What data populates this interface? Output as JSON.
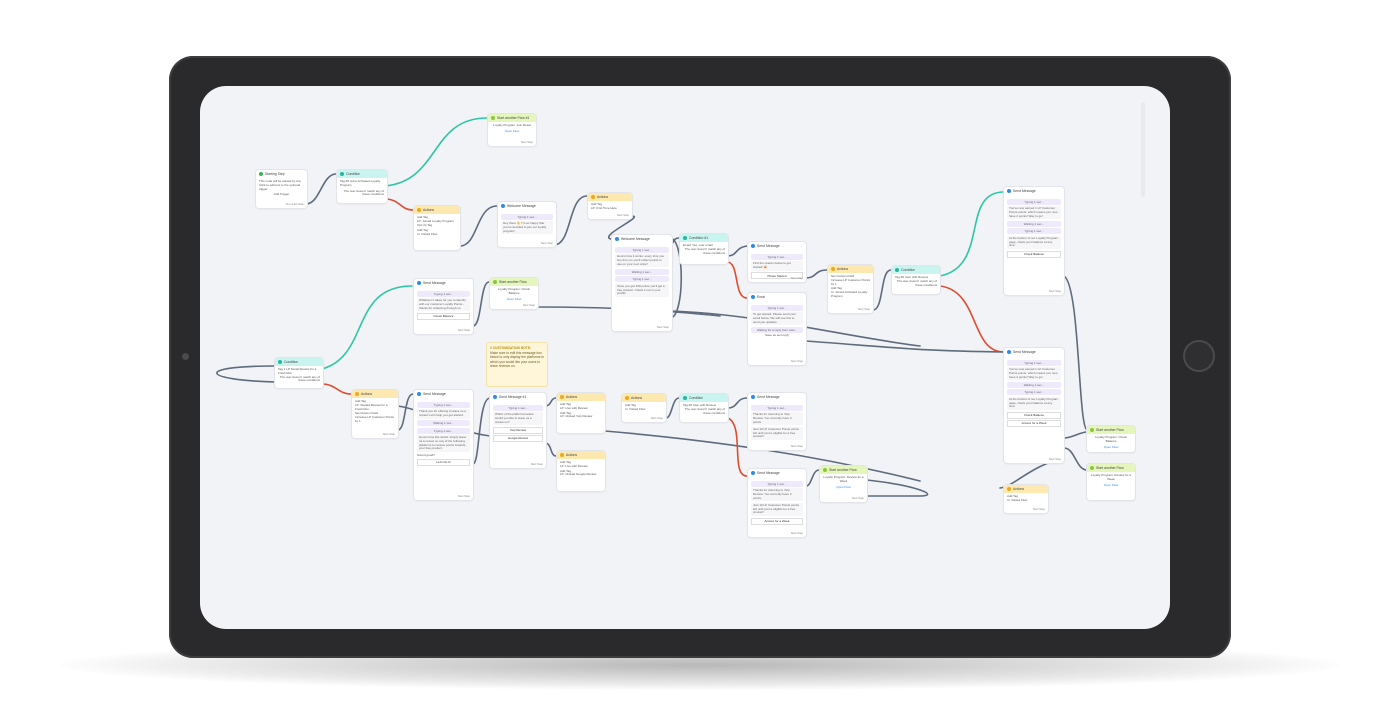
{
  "nodes": {
    "start": {
      "title": "Starting Step",
      "lines": [
        "This node will be started by any",
        "Click to add text to the optional trigger."
      ],
      "body": "Add Trigger",
      "footer": "Run Last Step"
    },
    "cond1": {
      "title": "Condition",
      "line": "Tag ## Joins Activated Loyalty Program",
      "footer": "The user doesn't match any of these conditions"
    },
    "flow1": {
      "title": "Start another Flow #1",
      "line": "Loyalty Program: Join Reset",
      "link": "Open Flow",
      "footer": "Next Step"
    },
    "act1": {
      "title": "Actions",
      "l1": "Add Tag",
      "l2": "LP: Joined Loyalty Program Opt Up Tag",
      "l3": "Add Tag",
      "l4": "In: Visited Flow"
    },
    "msg1": {
      "title": "Welcome Message",
      "typing": "Typing 1 sec...",
      "text": "Hey there 👋 I'm so happy that you've decided to join our loyalty program!",
      "footer": "Next Step"
    },
    "act2": {
      "title": "Actions",
      "l1": "Add Tag",
      "l2": "LP: First Time Here",
      "footer": "Next Step"
    },
    "msg2": {
      "title": "Welcome Message",
      "typing": "Typing 1 sec...",
      "text": "Here's how it works: every time you buy from us you'll collect points to use on your next order!",
      "waiting": "Waiting 1 sec...",
      "typing2": "Typing 1 sec...",
      "text2": "Once you get 100 points you'll get a free product. Check it out in your profile!",
      "footer": "Next Step"
    },
    "cond2": {
      "title": "Condition #1",
      "line": "Email: Yes, user email",
      "footer": "The user doesn't match any of these conditions"
    },
    "msg3": {
      "title": "Send Message",
      "typing": "Typing 1 sec...",
      "text": "First the reason below to get started! 🎉",
      "button": "Phase Started",
      "footer": "Next Step"
    },
    "msg4": {
      "title": "Email",
      "typing": "Typing 1 sec...",
      "text": "To get started, Please send your email below. We will use this to send you updates.",
      "waiting": "Waiting for a reply from user...",
      "reply": "Save as text reply",
      "footer": "Next Step"
    },
    "act3": {
      "title": "Actions",
      "l1": "Set Custom Field",
      "l2": "Increase LP Customer Points by 1",
      "l3": "Add Tag",
      "l4": "In: Joined Activated Loyalty Program",
      "footer": "Next Step"
    },
    "cond3": {
      "title": "Condition",
      "line": "Tag ## User with Review",
      "footer": "The user doesn't match any of these conditions"
    },
    "msg5": {
      "title": "Send Message",
      "typing": "Typing 1 sec...",
      "text": "You've now earned 1 LP Customer Points points, which means you now have 2 points! Way to go!",
      "waiting": "Waiting 1 sec...",
      "typing2": "Typing 1 sec...",
      "text2": "At the bottom of our Loyalty Program page, check your balance at any time:",
      "button": "Check Balance",
      "footer": "Next Step"
    },
    "msg6": {
      "title": "Send Message",
      "typing": "Typing 1 sec...",
      "text": "Whatever it takes for you to identify with our customer Loyalty Points - thanks for collecting through us.",
      "button": "Check Balance",
      "footer": "Next Step"
    },
    "flow2": {
      "title": "Start another Flow",
      "line": "Loyalty Program: Check Balance",
      "link": "Open Flow",
      "footer": "Next Step"
    },
    "note": {
      "title": "// CUSTOMIZATION NOTE:",
      "body": "Make sure to edit this message box below to only display the platforms in which you would like your users to leave reviews on."
    },
    "cond4": {
      "title": "Condition",
      "line": "Tag 1 LP Social Review for a Fresh Run",
      "footer": "The user doesn't match any of these conditions"
    },
    "act4": {
      "title": "Actions",
      "l1": "Add Tag",
      "l2": "LP: Started Review for a Fresh Run",
      "l3": "Set Custom Field",
      "l4": "Increase LP Customer Points by 1",
      "footer": "Next Step"
    },
    "msg7": {
      "title": "Send Message",
      "typing": "Typing 1 sec...",
      "text": "Thank you for offering to leave us a review! Let's help you get started.",
      "waiting": "Waiting 1 sec...",
      "typing2": "Typing 1 sec...",
      "text2": "Here's how this works: simply leave us a review on any of the following platforms to receive points towards your free product.",
      "text3": "Sound good?",
      "button": "Let's Do It!",
      "footer": "Next Step"
    },
    "msg8": {
      "title": "Send Message #1",
      "typing": "Typing 1 sec...",
      "text": "Which of the platforms below would you like to leave us a review on?",
      "b1": "Yelp Review",
      "b2": "Google Review",
      "footer": "Next Step"
    },
    "act5": {
      "title": "Actions",
      "l1": "Add Tag",
      "l2": "LP: Live with Review",
      "l3": "Add Tag",
      "l4": "LP: Clicked Yelp Review"
    },
    "act6": {
      "title": "Actions",
      "l1": "Add Tag",
      "l2": "LP: Live with Review",
      "l3": "Add Tag",
      "l4": "LP: Clicked Google Review"
    },
    "act7": {
      "title": "Actions",
      "l1": "Add Tag",
      "l2": "In: Visited Flow",
      "footer": "Next Step"
    },
    "cond5": {
      "title": "Condition",
      "line": "Tag ## User with Review",
      "footer": "The user doesn't match any of these conditions"
    },
    "msg9": {
      "title": "Send Message",
      "typing": "Typing 1 sec...",
      "text": "Thanks for returning to Yelp Review. You currently have 3 points.",
      "text2": "Just 10 LP Customer Points points left until you're eligible for a free product!",
      "footer": "Next Step"
    },
    "msg10": {
      "title": "Send Message",
      "typing": "Typing 1 sec...",
      "text": "Thanks for returning to Yelp Review. You currently have 3 points.",
      "text2": "Just 10 LP Customer Points points left until you're eligible for a free product!",
      "button": "Access for a Week",
      "footer": "Next Step"
    },
    "flow3": {
      "title": "Start another Flow",
      "line": "Loyalty Program: Review for a Week",
      "link": "Open Flow",
      "footer": "Next Step"
    },
    "msg11": {
      "title": "Send Message",
      "typing": "Typing 1 sec...",
      "text": "You've now earned 1 LP Customer Points points, which means you now have 2 points! Way to go!",
      "waiting": "Waiting 1 sec...",
      "typing2": "Typing 1 sec...",
      "text2": "At the bottom of our Loyalty Program page, check your balance at any time:",
      "b1": "Check Balance",
      "b2": "Access for a Week",
      "footer": "Next Step"
    },
    "flow4": {
      "title": "Start another Flow",
      "line": "Loyalty Program: Check Balance",
      "link": "Open Flow"
    },
    "flow5": {
      "title": "Start another Flow",
      "line": "Loyalty Program: Review for a Week",
      "link": "Open Flow"
    },
    "act8": {
      "title": "Actions",
      "l1": "Add Tag",
      "l2": "In: Visited Flow",
      "footer": "Next Step"
    }
  },
  "colors": {
    "green_link": "#2cc7a5",
    "red_link": "#e04b2e",
    "gray_link": "#5e6b7d"
  }
}
